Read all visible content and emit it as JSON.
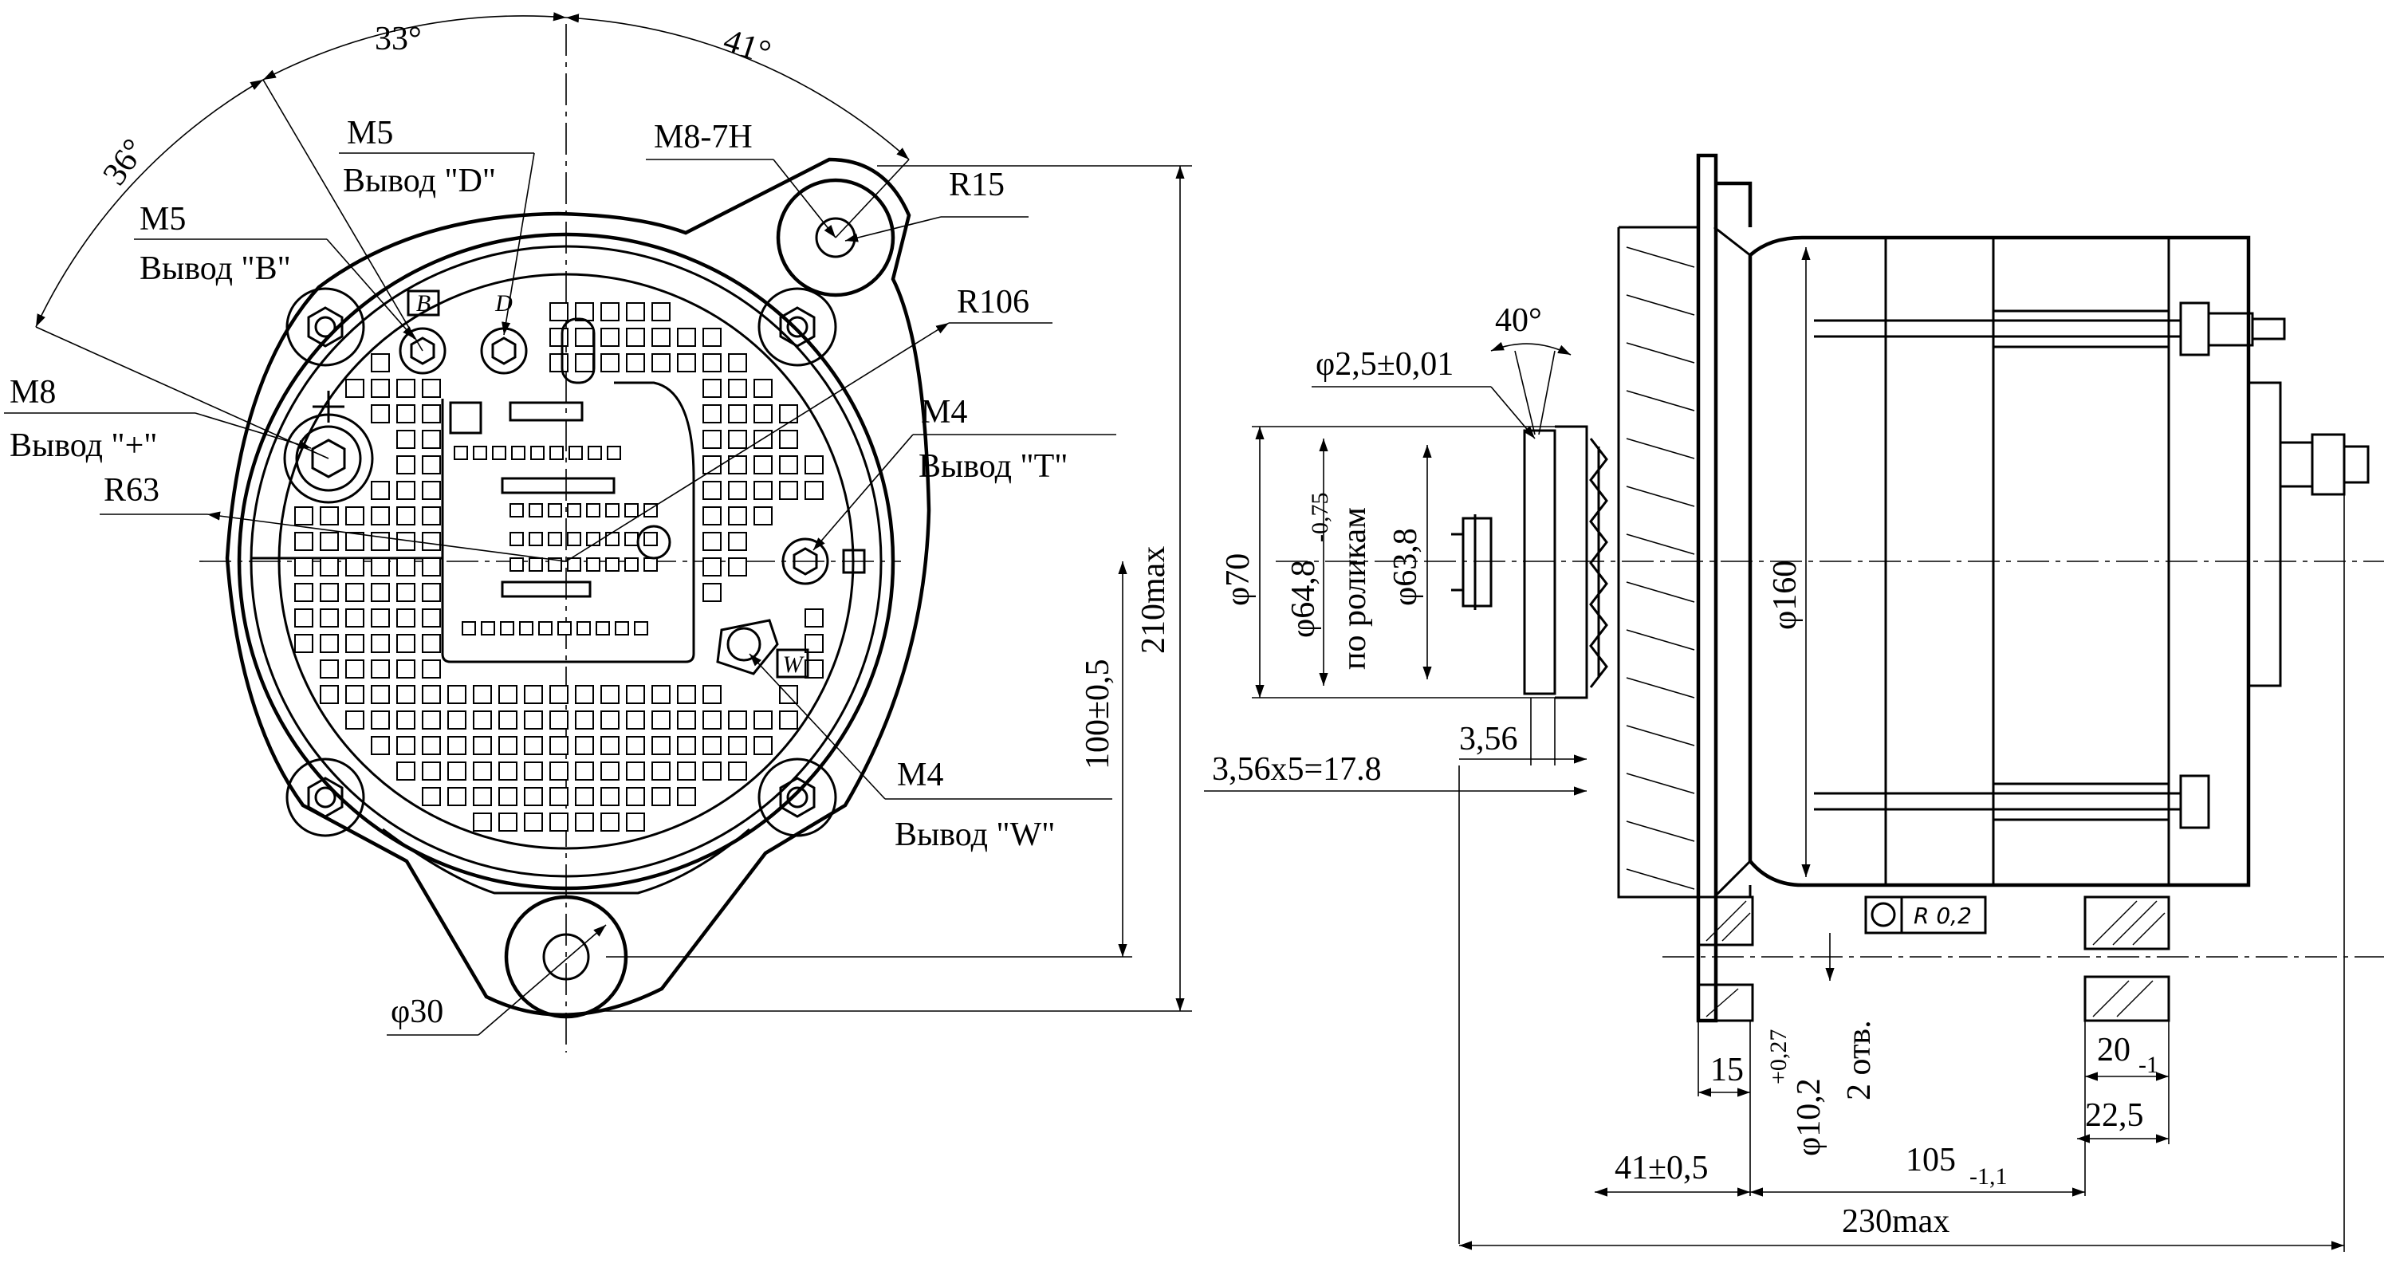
{
  "front_view": {
    "angles": [
      "36°",
      "33°",
      "41°"
    ],
    "thread_M8_7H": "M8-7H",
    "radius_R15": "R15",
    "radius_R106": "R106",
    "radius_R63": "R63",
    "terminal_D": {
      "thread": "M5",
      "label": "Вывод \"D\""
    },
    "terminal_B": {
      "thread": "M5",
      "label": "Вывод \"B\""
    },
    "terminal_plus": {
      "thread": "M8",
      "label": "Вывод \"+\""
    },
    "terminal_T": {
      "thread": "M4",
      "label": "Вывод \"T\""
    },
    "terminal_W": {
      "thread": "M4",
      "label": "Вывод \"W\""
    },
    "mark_B": "B",
    "mark_D": "D",
    "mark_W": "W",
    "dia_30": "φ30",
    "dim_height_100": "100±0,5",
    "dim_height_210": "210max"
  },
  "side_view": {
    "angle_40": "40°",
    "groove_dia": "φ2,5±0,01",
    "dia_70": "φ70",
    "dia_64_8": "φ64,8",
    "dia_64_8_tol": "-0,75",
    "rollers_label": "по роликам",
    "dia_63_8": "φ63,8",
    "dia_160": "φ160",
    "pitch_3_56": "3,56",
    "pitch_total": "3,56x5=17.8",
    "roughness": "R 0,2",
    "dim_15": "15",
    "hole_dia": "φ10,2",
    "hole_dia_tol": "+0,27",
    "hole_count": "2 отв.",
    "dim_20": "20",
    "dim_20_tol": "-1",
    "dim_22_5": "22,5",
    "dim_41": "41±0,5",
    "dim_105": "105",
    "dim_105_tol": "-1,1",
    "dim_230": "230max"
  }
}
